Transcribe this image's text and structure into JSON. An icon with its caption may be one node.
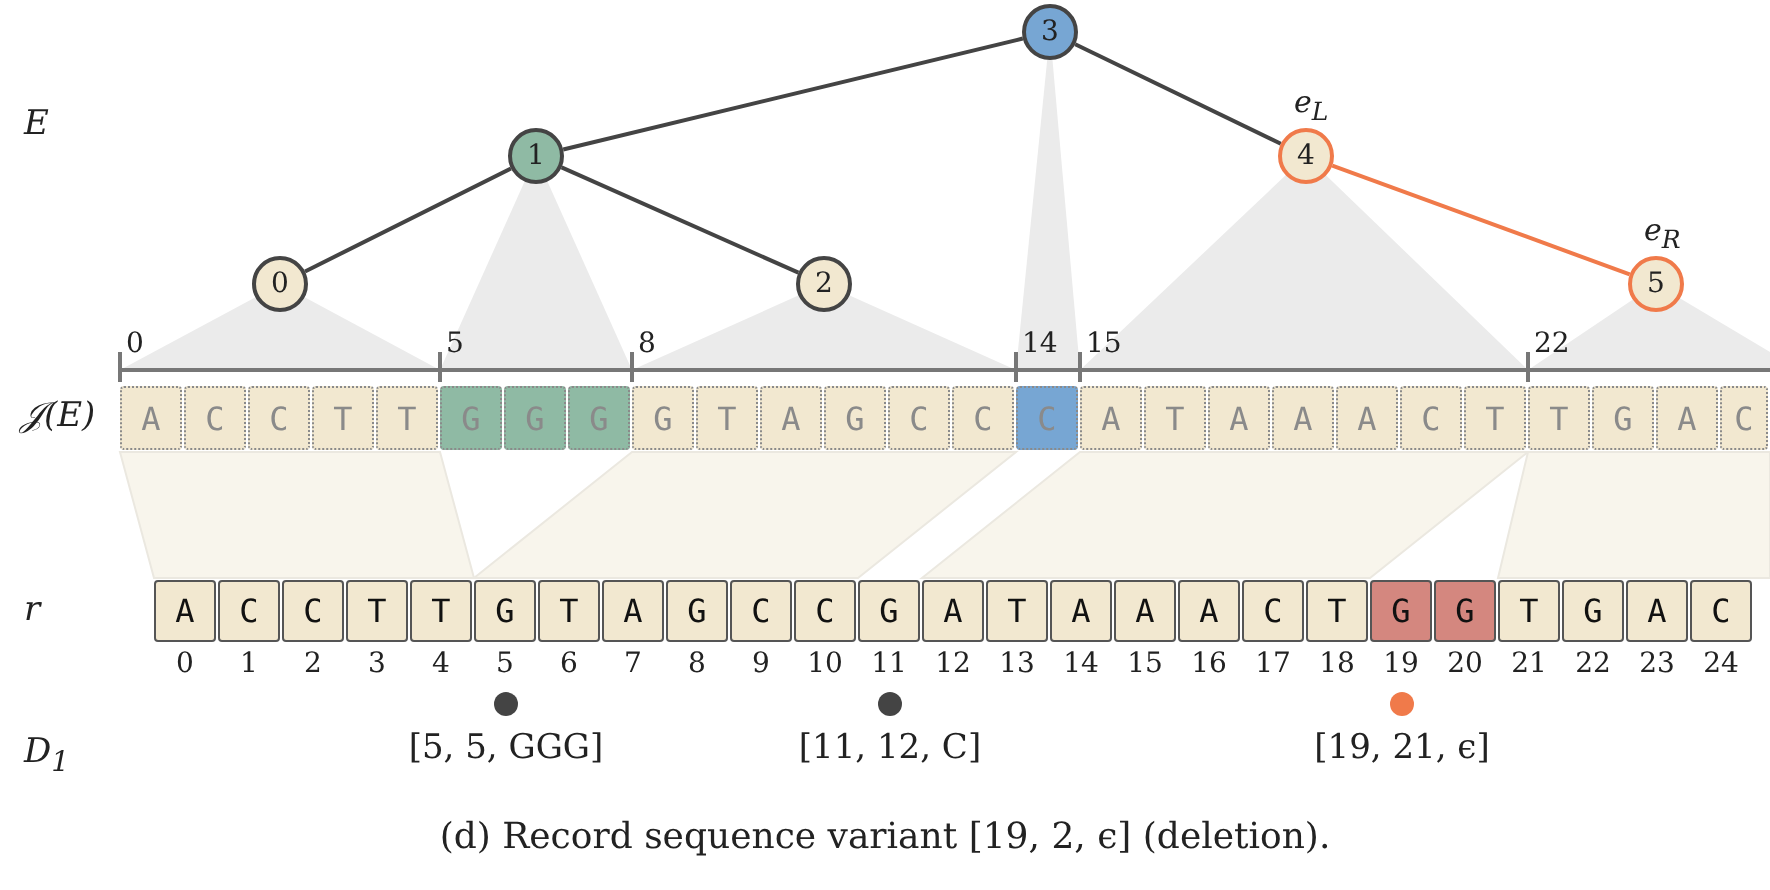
{
  "diagram": {
    "caption": "(d) Record sequence variant [19, 2, ϵ] (deletion).",
    "nodes": [
      {
        "text": [
          "0"
        ]
      },
      {
        "text": [
          "1"
        ]
      },
      {
        "text": [
          "2"
        ]
      },
      {
        "text": [
          "3"
        ]
      },
      {
        "text": [
          "4"
        ],
        "beside": [
          "e$_{L}$"
        ]
      },
      {
        "text": [
          "5"
        ],
        "beside": [
          "e$_{R}$"
        ]
      },
      {
        "text": [
          "A"
        ]
      },
      {
        "text": [
          "C"
        ]
      },
      {
        "text": [
          "C"
        ]
      },
      {
        "text": [
          "T"
        ]
      },
      {
        "text": [
          "T"
        ]
      },
      {
        "text": [
          "G"
        ]
      },
      {
        "text": [
          "G"
        ]
      },
      {
        "text": [
          "G"
        ]
      },
      {
        "text": [
          "G"
        ]
      },
      {
        "text": [
          "T"
        ]
      },
      {
        "text": [
          "A"
        ]
      },
      {
        "text": [
          "G"
        ]
      },
      {
        "text": [
          "C"
        ]
      },
      {
        "text": [
          "C"
        ]
      },
      {
        "text": [
          "C"
        ]
      },
      {
        "text": [
          "A"
        ]
      },
      {
        "text": [
          "T"
        ]
      },
      {
        "text": [
          "A"
        ]
      },
      {
        "text": [
          "A"
        ]
      },
      {
        "text": [
          "A"
        ]
      },
      {
        "text": [
          "C"
        ]
      },
      {
        "text": [
          "T"
        ]
      },
      {
        "text": [
          "T"
        ]
      },
      {
        "text": [
          "G"
        ]
      },
      {
        "text": [
          "A"
        ]
      },
      {
        "text": [
          "C"
        ]
      },
      {
        "text": [
          "A"
        ],
        "beside": [
          "0"
        ]
      },
      {
        "text": [
          "C"
        ],
        "beside": [
          "1"
        ]
      },
      {
        "text": [
          "C"
        ],
        "beside": [
          "2"
        ]
      },
      {
        "text": [
          "T"
        ],
        "beside": [
          "3"
        ]
      },
      {
        "text": [
          "T"
        ],
        "beside": [
          "4"
        ]
      },
      {
        "text": [
          "G"
        ],
        "beside": [
          "5"
        ]
      },
      {
        "text": [
          "T"
        ],
        "beside": [
          "6"
        ]
      },
      {
        "text": [
          "A"
        ],
        "beside": [
          "7"
        ]
      },
      {
        "text": [
          "G"
        ],
        "beside": [
          "8"
        ]
      },
      {
        "text": [
          "C"
        ],
        "beside": [
          "9"
        ]
      },
      {
        "text": [
          "C"
        ],
        "beside": [
          "10"
        ]
      },
      {
        "text": [
          "G"
        ],
        "beside": [
          "11"
        ]
      },
      {
        "text": [
          "A"
        ],
        "beside": [
          "12"
        ]
      },
      {
        "text": [
          "T"
        ],
        "beside": [
          "13"
        ]
      },
      {
        "text": [
          "A"
        ],
        "beside": [
          "14"
        ]
      },
      {
        "text": [
          "A"
        ],
        "beside": [
          "15"
        ]
      },
      {
        "text": [
          "A"
        ],
        "beside": [
          "16"
        ]
      },
      {
        "text": [
          "C"
        ],
        "beside": [
          "17"
        ]
      },
      {
        "text": [
          "T"
        ],
        "beside": [
          "18"
        ]
      },
      {
        "text": [
          "G"
        ],
        "beside": [
          "19"
        ]
      },
      {
        "text": [
          "G"
        ],
        "beside": [
          "20"
        ]
      },
      {
        "text": [
          "T"
        ],
        "beside": [
          "21"
        ]
      },
      {
        "text": [
          "G"
        ],
        "beside": [
          "22"
        ]
      },
      {
        "text": [
          "A"
        ],
        "beside": [
          "23"
        ]
      },
      {
        "text": [
          "C"
        ],
        "beside": [
          "24"
        ]
      }
    ],
    "edges": [
      {
        "from": 3,
        "to": 1,
        "arrow": "none"
      },
      {
        "from": 1,
        "to": 0,
        "arrow": "none"
      },
      {
        "from": 1,
        "to": 2,
        "arrow": "none"
      },
      {
        "from": 3,
        "to": 4,
        "arrow": "none"
      },
      {
        "from": 4,
        "to": 5,
        "arrow": "none",
        "color": "#f07a4a"
      }
    ],
    "labels": [
      "E",
      "0",
      "5",
      "8",
      "14",
      "15",
      "22",
      "𝒥(E)",
      "r",
      "D$_{1}$",
      "[5, 5, GGG]",
      "[11, 12, C]",
      "[19, 21, ϵ]"
    ]
  }
}
